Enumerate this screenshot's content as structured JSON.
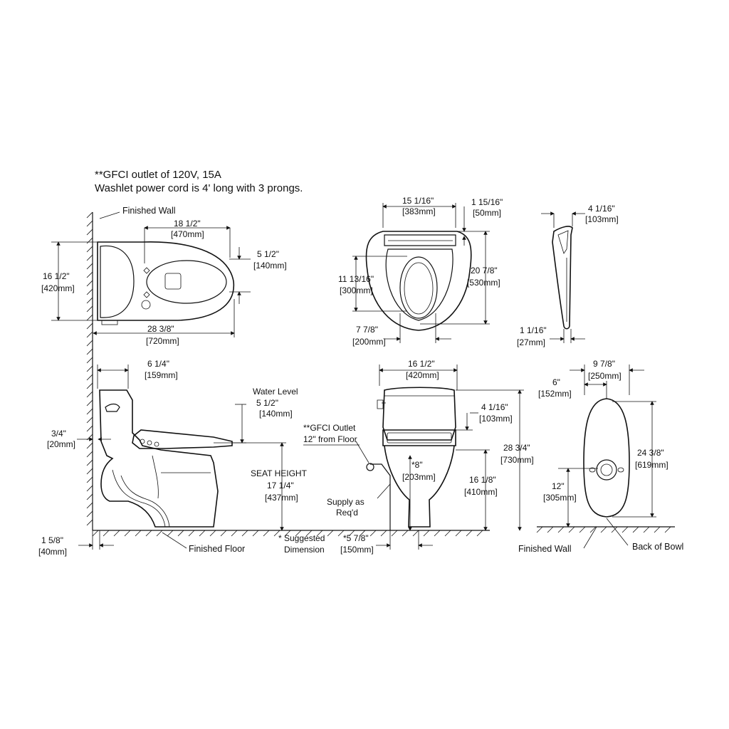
{
  "notes": {
    "line1": "**GFCI outlet of 120V, 15A",
    "line2": "Washlet power cord is 4' long with 3 prongs."
  },
  "labels": {
    "finished_wall_top": "Finished Wall",
    "top_depth": "18 1/2\"",
    "top_depth_mm": "[470mm]",
    "top_seat_offset": "5 1/2\"",
    "top_seat_offset_mm": "[140mm]",
    "top_width": "16 1/2\"",
    "top_width_mm": "[420mm]",
    "top_length": "28 3/8\"",
    "top_length_mm": "[720mm]",
    "seat_width": "15 1/16\"",
    "seat_width_mm": "[383mm]",
    "seat_edge": "1 15/16\"",
    "seat_edge_mm": "[50mm]",
    "seat_opening": "11 13/16\"",
    "seat_opening_mm": "[300mm]",
    "seat_length": "20 7/8\"",
    "seat_length_mm": "[530mm]",
    "seat_front": "7 7/8\"",
    "seat_front_mm": "[200mm]",
    "seat_side_top": "4 1/16\"",
    "seat_side_top_mm": "[103mm]",
    "seat_side_bottom": "1 1/16\"",
    "seat_side_bottom_mm": "[27mm]",
    "tank_depth": "6 1/4\"",
    "tank_depth_mm": "[159mm]",
    "water_level_title": "Water Level",
    "water_level": "5 1/2\"",
    "water_level_mm": "[140mm]",
    "wall_gap": "3/4\"",
    "wall_gap_mm": "[20mm]",
    "seat_height_title": "SEAT HEIGHT",
    "seat_height": "17 1/4\"",
    "seat_height_mm": "[437mm]",
    "base_offset": "1 5/8\"",
    "base_offset_mm": "[40mm]",
    "finished_floor": "Finished Floor",
    "suggested_1": "* Suggested",
    "suggested_2": "Dimension",
    "front_width": "16 1/2\"",
    "front_width_mm": "[420mm]",
    "gfci_1": "**GFCI Outlet",
    "gfci_2": "12\" from Floor",
    "front_seat_top": "4 1/16\"",
    "front_seat_top_mm": "[103mm]",
    "front_height": "28 3/4\"",
    "front_height_mm": "[730mm]",
    "supply_offset": "*8\"",
    "supply_offset_mm": "[203mm]",
    "seat_floor": "16 1/8\"",
    "seat_floor_mm": "[410mm]",
    "supply_1": "Supply as",
    "supply_2": "Req'd",
    "supply_center": "*5 7/8\"",
    "supply_center_mm": "[150mm]",
    "base_width": "9 7/8\"",
    "base_width_mm": "[250mm]",
    "base_half": "6\"",
    "base_half_mm": "[152mm]",
    "base_length": "24 3/8\"",
    "base_length_mm": "[619mm]",
    "rough_in": "12\"",
    "rough_in_mm": "[305mm]",
    "finished_wall_bottom": "Finished Wall",
    "back_of_bowl": "Back of Bowl"
  }
}
